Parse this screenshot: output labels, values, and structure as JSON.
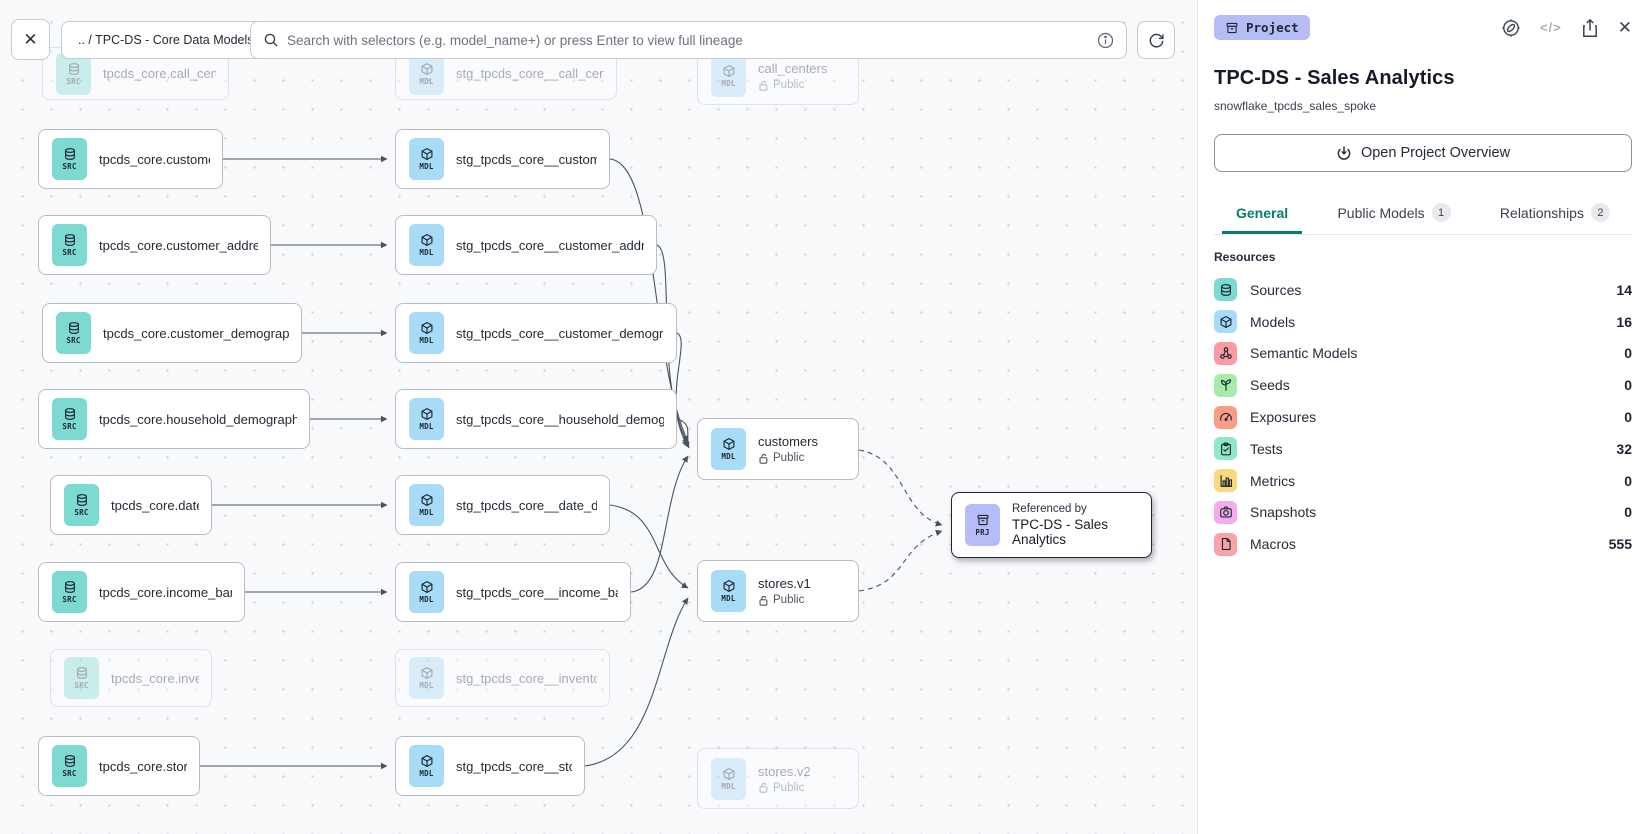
{
  "toolbar": {
    "close_label": "✕",
    "breadcrumb": ".. / TPC-DS - Core Data Models",
    "search_placeholder": "Search with selectors (e.g. model_name+) or press Enter to view full lineage"
  },
  "canvas": {
    "nodes": [
      {
        "badge": "SRC",
        "label": "tpcds_core.call_center",
        "faded": true
      },
      {
        "badge": "SRC",
        "label": "tpcds_core.customer",
        "faded": false
      },
      {
        "badge": "SRC",
        "label": "tpcds_core.customer_address",
        "faded": false
      },
      {
        "badge": "SRC",
        "label": "tpcds_core.customer_demographics",
        "faded": false
      },
      {
        "badge": "SRC",
        "label": "tpcds_core.household_demographics",
        "faded": false
      },
      {
        "badge": "SRC",
        "label": "tpcds_core.date_dim",
        "faded": false
      },
      {
        "badge": "SRC",
        "label": "tpcds_core.income_band",
        "faded": false
      },
      {
        "badge": "SRC",
        "label": "tpcds_core.inventory",
        "faded": true
      },
      {
        "badge": "SRC",
        "label": "tpcds_core.store",
        "faded": false
      },
      {
        "badge": "MDL",
        "label": "stg_tpcds_core__call_center",
        "faded": true
      },
      {
        "badge": "MDL",
        "label": "stg_tpcds_core__customer",
        "faded": false
      },
      {
        "badge": "MDL",
        "label": "stg_tpcds_core__customer_address",
        "faded": false
      },
      {
        "badge": "MDL",
        "label": "stg_tpcds_core__customer_demogra…",
        "faded": false
      },
      {
        "badge": "MDL",
        "label": "stg_tpcds_core__household_demogr…",
        "faded": false
      },
      {
        "badge": "MDL",
        "label": "stg_tpcds_core__date_dim",
        "faded": false
      },
      {
        "badge": "MDL",
        "label": "stg_tpcds_core__income_band",
        "faded": false
      },
      {
        "badge": "MDL",
        "label": "stg_tpcds_core__inventory",
        "faded": true
      },
      {
        "badge": "MDL",
        "label": "stg_tpcds_core__store",
        "faded": false
      },
      {
        "badge": "MDL",
        "label": "call_centers",
        "sublabel": "Public",
        "faded": true
      },
      {
        "badge": "MDL",
        "label": "customers",
        "sublabel": "Public",
        "faded": false
      },
      {
        "badge": "MDL",
        "label": "stores.v1",
        "sublabel": "Public",
        "faded": false
      },
      {
        "badge": "MDL",
        "label": "stores.v2",
        "sublabel": "Public",
        "faded": true
      },
      {
        "badge": "PRJ",
        "eyebrow": "Referenced by",
        "label": "TPC-DS - Sales Analytics",
        "faded": false,
        "selected": true
      }
    ]
  },
  "panel": {
    "badge_label": "Project",
    "title": "TPC-DS - Sales Analytics",
    "subtitle": "snowflake_tpcds_sales_spoke",
    "overview_button": "Open Project Overview",
    "code_icon_label": "</>",
    "close_label": "✕",
    "tabs": [
      {
        "label": "General",
        "badge": "",
        "active": true
      },
      {
        "label": "Public Models",
        "badge": "1",
        "active": false
      },
      {
        "label": "Relationships",
        "badge": "2",
        "active": false
      }
    ],
    "resources_heading": "Resources",
    "resources": [
      {
        "label": "Sources",
        "value": "14",
        "color": "#7cdad1",
        "icon": "database-icon"
      },
      {
        "label": "Models",
        "value": "16",
        "color": "#a7dbf8",
        "icon": "cube-icon"
      },
      {
        "label": "Semantic Models",
        "value": "0",
        "color": "#fa9ba4",
        "icon": "graph-icon"
      },
      {
        "label": "Seeds",
        "value": "0",
        "color": "#a6eba9",
        "icon": "seedling-icon"
      },
      {
        "label": "Exposures",
        "value": "0",
        "color": "#fa9d87",
        "icon": "gauge-icon"
      },
      {
        "label": "Tests",
        "value": "32",
        "color": "#90e8c5",
        "icon": "clipboard-check-icon"
      },
      {
        "label": "Metrics",
        "value": "0",
        "color": "#f8d97e",
        "icon": "bar-chart-icon"
      },
      {
        "label": "Snapshots",
        "value": "0",
        "color": "#f2abeb",
        "icon": "camera-icon"
      },
      {
        "label": "Macros",
        "value": "555",
        "color": "#f9a3a9",
        "icon": "file-icon"
      }
    ]
  }
}
